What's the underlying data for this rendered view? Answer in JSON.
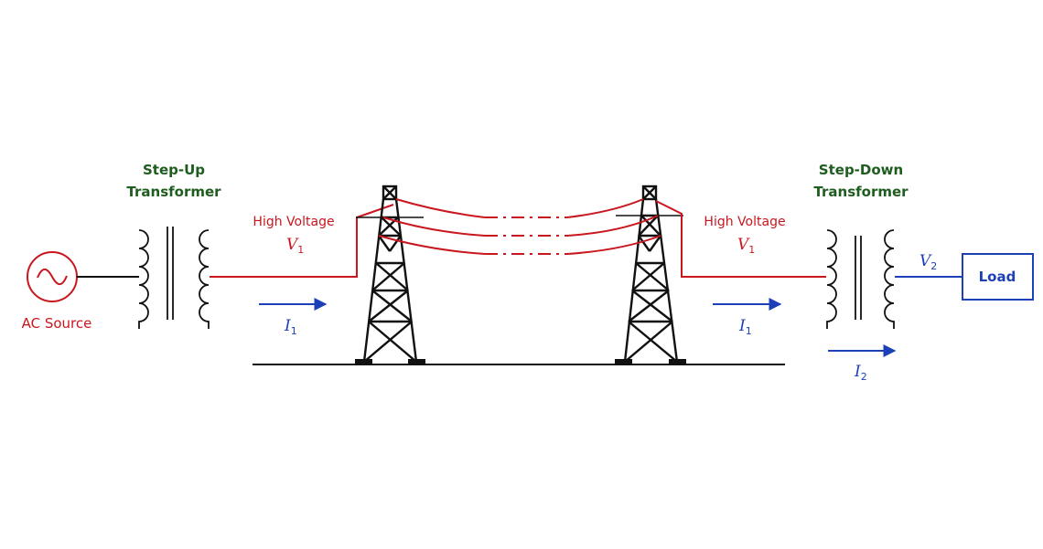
{
  "labels": {
    "step_up_line1": "Step-Up",
    "step_up_line2": "Transformer",
    "step_down_line1": "Step-Down",
    "step_down_line2": "Transformer",
    "ac_source": "AC Source",
    "high_voltage_left": "High Voltage",
    "high_voltage_right": "High Voltage",
    "v1_left": "V",
    "v1_left_sub": "1",
    "v1_right": "V",
    "v1_right_sub": "1",
    "v2": "V",
    "v2_sub": "2",
    "i1_left": "I",
    "i1_left_sub": "1",
    "i1_right": "I",
    "i1_right_sub": "1",
    "i2": "I",
    "i2_sub": "2",
    "load": "Load"
  },
  "colors": {
    "transformer_label": "#1f5c1f",
    "high_voltage_line": "#c8171e",
    "current_and_load": "#1d3fb8",
    "structure": "#000000",
    "coil": "#111111"
  },
  "icons": {
    "ac_source": "ac-source-sine-icon",
    "transformer": "transformer-coil-icon",
    "tower": "transmission-tower-icon",
    "current_arrow": "arrow-right-icon"
  }
}
